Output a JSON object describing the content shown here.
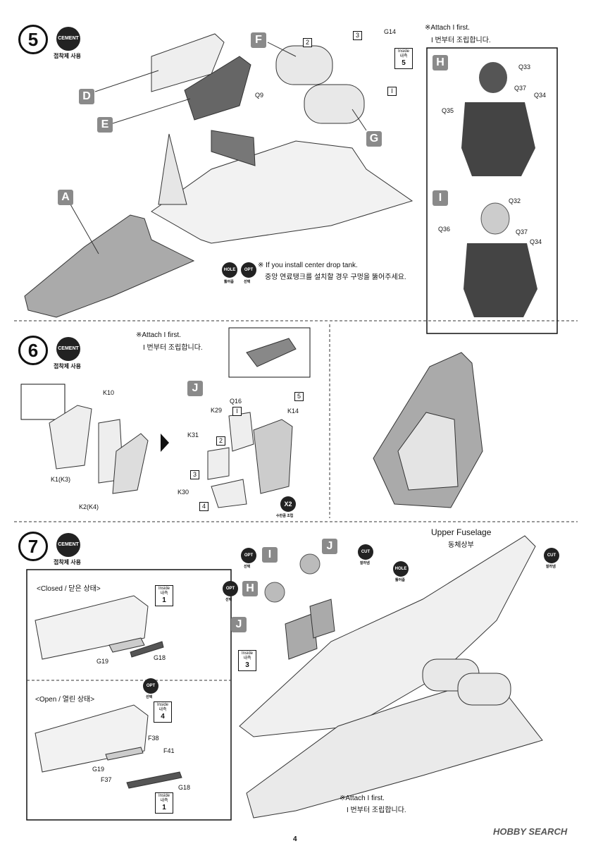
{
  "steps": [
    {
      "number": "5",
      "cement_label": "CEMENT",
      "cement_sub": "접착제 사용"
    },
    {
      "number": "6",
      "cement_label": "CEMENT",
      "cement_sub": "접착제 사용"
    },
    {
      "number": "7",
      "cement_label": "CEMENT",
      "cement_sub": "접착제 사용"
    }
  ],
  "step5": {
    "attach_note_en": "※Attach I first.",
    "attach_note_ko": "I 번부터 조립합니다.",
    "hole_label": "HOLE",
    "hole_sub": "뚫어줌",
    "opt_label": "OPT",
    "opt_sub": "선택",
    "drop_tank_note_en": "※ If you install center drop tank.",
    "drop_tank_note_ko": "중앙 연료탱크를 설치할 경우 구멍을 뚫어주세요.",
    "letters": [
      "F",
      "D",
      "E",
      "A",
      "G",
      "H",
      "I"
    ],
    "parts": [
      "G14",
      "Q9",
      "Q33",
      "Q37",
      "Q34",
      "Q35",
      "Q32",
      "Q36",
      "Q37",
      "Q34"
    ],
    "inside_label": "Inside",
    "inside_ko": "내측",
    "inside_num": "5"
  },
  "step6": {
    "attach_note_en": "※Attach I first.",
    "attach_note_ko": "I 번부터 조립합니다.",
    "letter": "J",
    "parts": [
      "K10",
      "K1(K3)",
      "K2(K4)",
      "Q16",
      "K29",
      "K14",
      "K31",
      "K30"
    ],
    "x2_label": "X2",
    "x2_sub": "수만큼 조립"
  },
  "step7": {
    "upper_fuselage_en": "Upper Fuselage",
    "upper_fuselage_ko": "동체상부",
    "closed_label": "<Closed / 닫은 상태>",
    "open_label": "<Open / 열린 상태>",
    "parts_closed": [
      "G19",
      "G18"
    ],
    "parts_open": [
      "F38",
      "F41",
      "G19",
      "F37",
      "G18"
    ],
    "attach_note_en": "※Attach I first.",
    "attach_note_ko": "I 번부터 조립합니다.",
    "cut_label": "CUT",
    "cut_sub": "잘라냄",
    "hole_label": "HOLE",
    "hole_sub": "뚫어줌",
    "opt_label": "OPT",
    "opt_sub": "선택",
    "inside_label": "Inside",
    "inside_ko": "내측",
    "letters": [
      "I",
      "J",
      "H",
      "J"
    ]
  },
  "footer": {
    "page_number": "4",
    "watermark": "HOBBY SEARCH"
  }
}
